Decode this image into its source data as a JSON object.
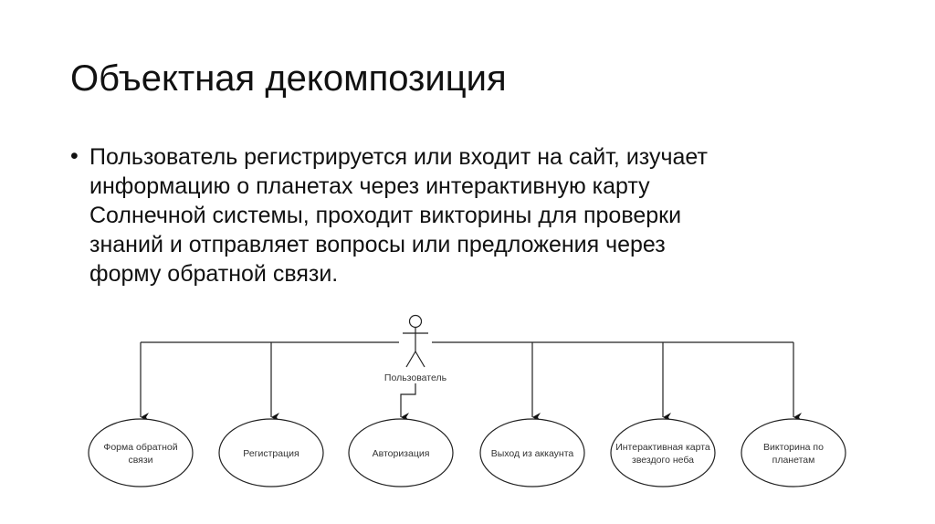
{
  "title": "Объектная декомпозиция",
  "bullet_marker": "•",
  "bullet_lines": [
    "Пользователь регистрируется или входит на сайт, изучает",
    "информацию о планетах через интерактивную карту",
    "Солнечной системы, проходит викторины для проверки",
    "знаний и отправляет вопросы или предложения через",
    "форму обратной связи."
  ],
  "diagram": {
    "actor_label": "Пользователь",
    "use_cases": [
      {
        "lines": [
          "Форма обратной",
          "связи"
        ]
      },
      {
        "lines": [
          "Регистрация"
        ]
      },
      {
        "lines": [
          "Авторизация"
        ]
      },
      {
        "lines": [
          "Выход из аккаунта"
        ]
      },
      {
        "lines": [
          "Интерактивная карта",
          "звездого неба"
        ]
      },
      {
        "lines": [
          "Викторина по",
          "планетам"
        ]
      }
    ]
  }
}
